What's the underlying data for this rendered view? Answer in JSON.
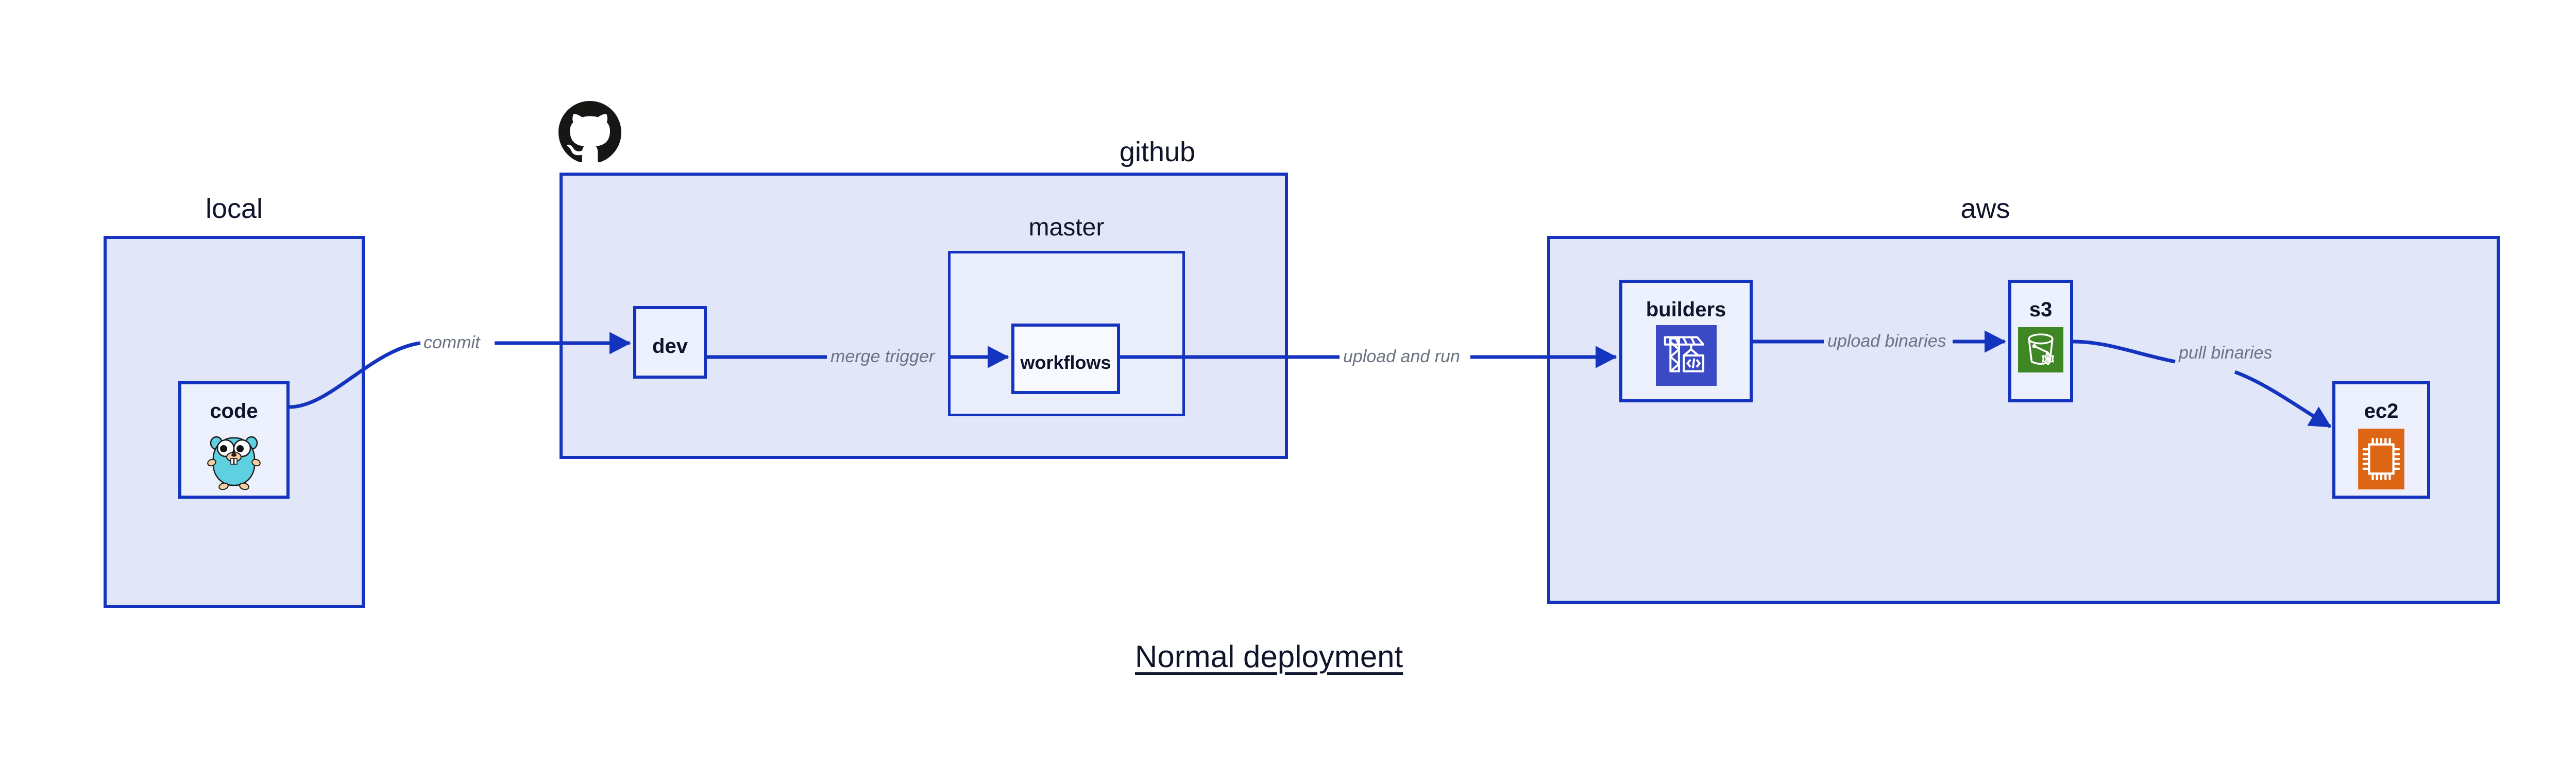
{
  "title": "Normal deployment",
  "colors": {
    "edge": "#1433BE",
    "group_fill": "#E1E7F8",
    "group_inner_fill": "#E9EEFA",
    "node_fill": "#EDF1FD",
    "node_white_fill": "#F7F9FE",
    "text_dark": "#10142B",
    "edge_label": "#6B7280",
    "builders_icon_bg": "#3A49C4",
    "s3_icon_bg": "#3F8624",
    "ec2_icon_bg": "#DD6614",
    "gopher_body": "#5FD0E0",
    "github_logo": "#161614"
  },
  "groups": [
    {
      "id": "local",
      "label": "local"
    },
    {
      "id": "github",
      "label": "github"
    },
    {
      "id": "master",
      "label": "master"
    },
    {
      "id": "aws",
      "label": "aws"
    }
  ],
  "nodes": [
    {
      "id": "code",
      "label": "code",
      "icon": "go-gopher-icon"
    },
    {
      "id": "dev",
      "label": "dev",
      "icon": null
    },
    {
      "id": "workflows",
      "label": "workflows",
      "icon": null
    },
    {
      "id": "builders",
      "label": "builders",
      "icon": "crane-code-icon"
    },
    {
      "id": "s3",
      "label": "s3",
      "icon": "s3-bucket-icon"
    },
    {
      "id": "ec2",
      "label": "ec2",
      "icon": "cpu-chip-icon"
    }
  ],
  "edges": [
    {
      "id": "commit",
      "from": "code",
      "to": "dev",
      "label": "commit"
    },
    {
      "id": "merge-trigger",
      "from": "dev",
      "to": "workflows",
      "label": "merge trigger"
    },
    {
      "id": "upload-and-run",
      "from": "workflows",
      "to": "builders",
      "label": "upload and run"
    },
    {
      "id": "upload-binaries",
      "from": "builders",
      "to": "s3",
      "label": "upload binaries"
    },
    {
      "id": "pull-binaries",
      "from": "s3",
      "to": "ec2",
      "label": "pull binaries"
    }
  ],
  "logos": [
    {
      "id": "github-logo",
      "name": "github-octocat-logo"
    }
  ]
}
